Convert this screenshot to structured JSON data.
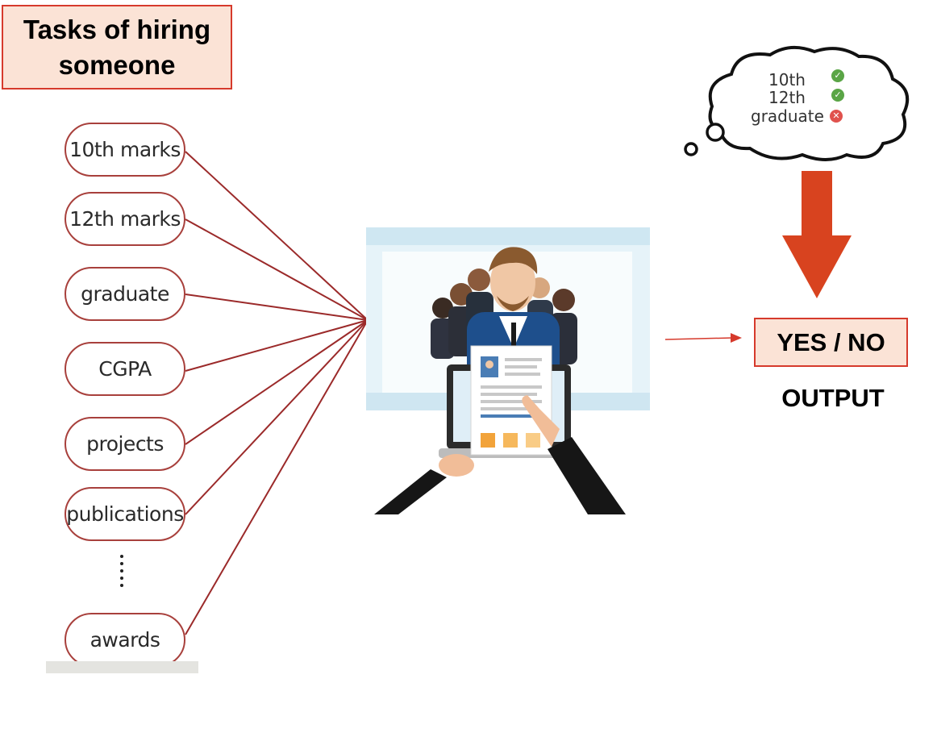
{
  "title": "Tasks of hiring someone",
  "features": [
    "10th marks",
    "12th marks",
    "graduate",
    "CGPA",
    "projects",
    "publications",
    "awards"
  ],
  "thought": {
    "items": [
      {
        "label": "10th",
        "status": "check"
      },
      {
        "label": "12th",
        "status": "check"
      },
      {
        "label": "graduate",
        "status": "cross"
      }
    ]
  },
  "output": {
    "value": "YES / NO",
    "label": "OUTPUT"
  },
  "colors": {
    "box_fill": "#fbe3d6",
    "box_border": "#d63a2c",
    "connector": "#9b2a2a",
    "arrow": "#d8431f"
  }
}
